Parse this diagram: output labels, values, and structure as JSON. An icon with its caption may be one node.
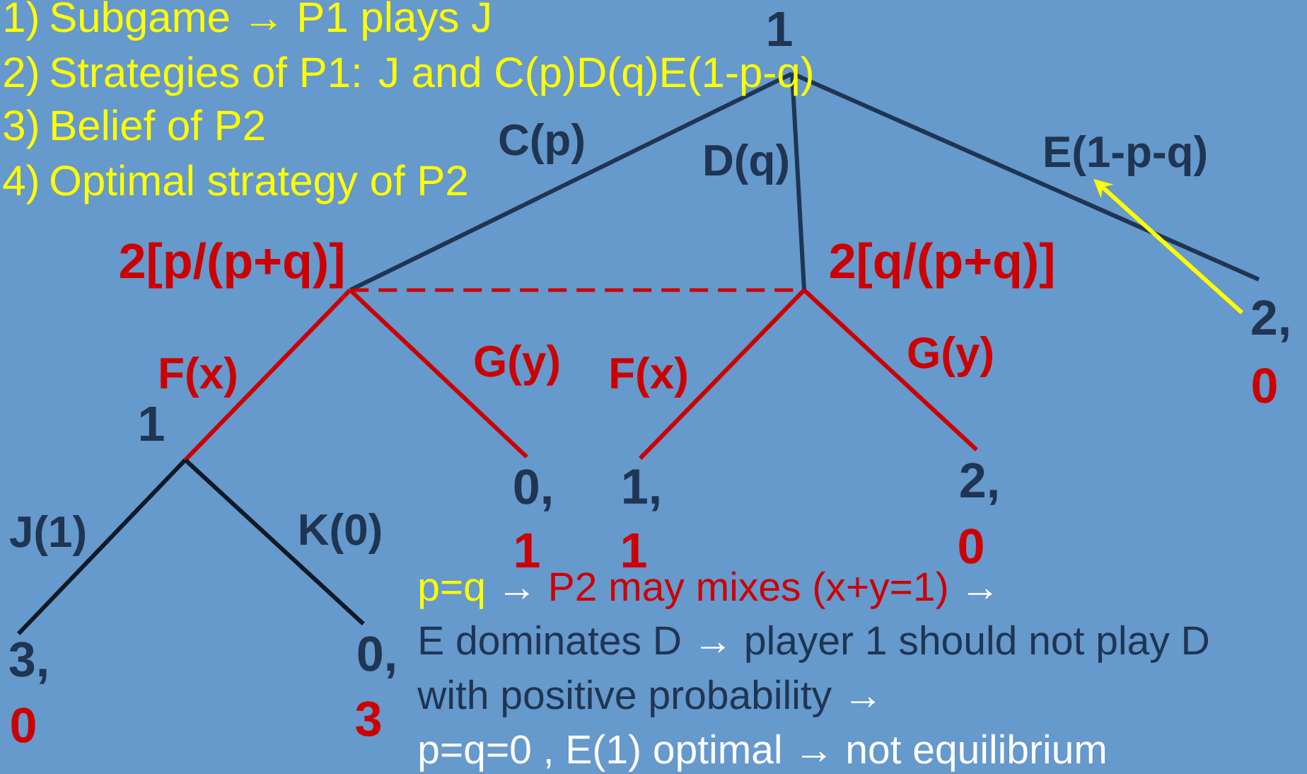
{
  "diagram": {
    "nodes": [
      {
        "text": [
          "1"
        ]
      },
      {
        "text": [
          "2[p/(p+q)]"
        ]
      },
      {
        "text": [
          "2[q/(p+q)]"
        ]
      },
      {
        "text": [
          "2,",
          "0"
        ]
      },
      {
        "text": [
          "1"
        ]
      },
      {
        "text": [
          "0,",
          "1"
        ]
      },
      {
        "text": [
          "1,",
          "1"
        ]
      },
      {
        "text": [
          "2,",
          "0"
        ]
      },
      {
        "text": [
          "3,",
          "0"
        ]
      },
      {
        "text": [
          "0,",
          "3"
        ]
      }
    ],
    "edges": [
      {
        "from": 0,
        "to": 1,
        "arrow": "none",
        "label": "C(p)",
        "color": "#1f3552"
      },
      {
        "from": 0,
        "to": 2,
        "arrow": "none",
        "label": "D(q)",
        "color": "#1f3552"
      },
      {
        "from": 0,
        "to": 3,
        "arrow": "none",
        "label": "E(1-p-q)",
        "color": "#1f3552"
      },
      {
        "from": 1,
        "to": 2,
        "arrow": "none",
        "style": "dashed",
        "color": "#cc0000"
      },
      {
        "from": 1,
        "to": 4,
        "arrow": "none",
        "label": "F(x)",
        "color": "#cc0000"
      },
      {
        "from": 1,
        "to": 5,
        "arrow": "none",
        "label": "G(y)",
        "color": "#cc0000"
      },
      {
        "from": 2,
        "to": 6,
        "arrow": "none",
        "label": "F(x)",
        "color": "#cc0000"
      },
      {
        "from": 2,
        "to": 7,
        "arrow": "none",
        "label": "G(y)",
        "color": "#cc0000"
      },
      {
        "from": 4,
        "to": 8,
        "arrow": "none",
        "label": "J(1)",
        "color": "#0f1a26"
      },
      {
        "from": 4,
        "to": 9,
        "arrow": "none",
        "label": "K(0)",
        "color": "#0f1a26"
      },
      {
        "from": 3,
        "to": null,
        "arrow": "to",
        "color": "#ffff00"
      }
    ],
    "labels": [
      "1)",
      "Subgame → P1 plays J",
      "2)",
      "Strategies of P1: J and C(p)D(q)E(1-p-q)",
      "3)",
      "Belief of P2",
      "4)",
      "Optimal strategy of P2",
      "p=q",
      "→",
      "P2 may mixes (x+y=1)",
      "→",
      "E dominates D",
      "→",
      "player 1 should not play D",
      "with positive probability",
      "→",
      "p=q=0 , E(1) optimal → not equilibrium"
    ]
  }
}
